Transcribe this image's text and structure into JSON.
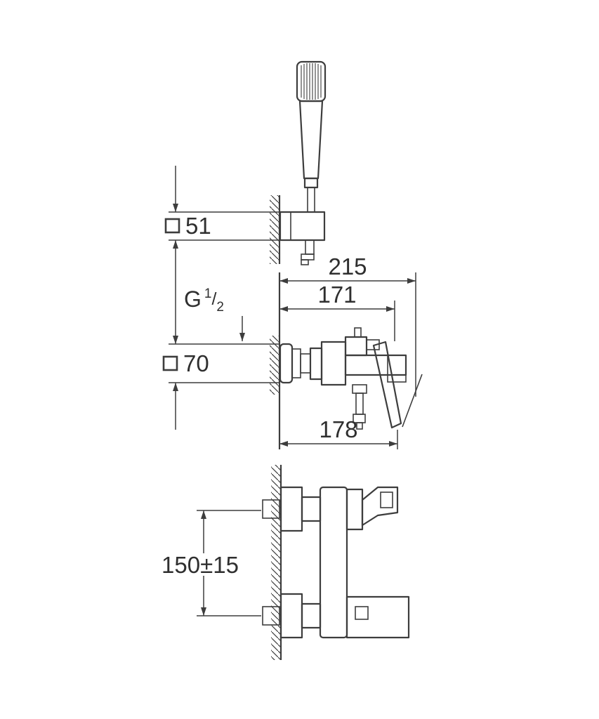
{
  "colors": {
    "line": "#3d3d3d",
    "text": "#2f2f2f",
    "background": "#ffffff"
  },
  "icons": {
    "square_profile": "square-profile-icon",
    "dimension_arrow": "dimension-arrow-icon",
    "wall_hatching": "wall-hatching"
  },
  "labels": {
    "dim_51": "51",
    "dim_70": "70",
    "dim_215": "215",
    "dim_171": "171",
    "dim_178": "178",
    "dim_150": "150±15",
    "thread": {
      "base": "G",
      "numerator": "1",
      "slash": "/",
      "denominator": "2"
    }
  }
}
